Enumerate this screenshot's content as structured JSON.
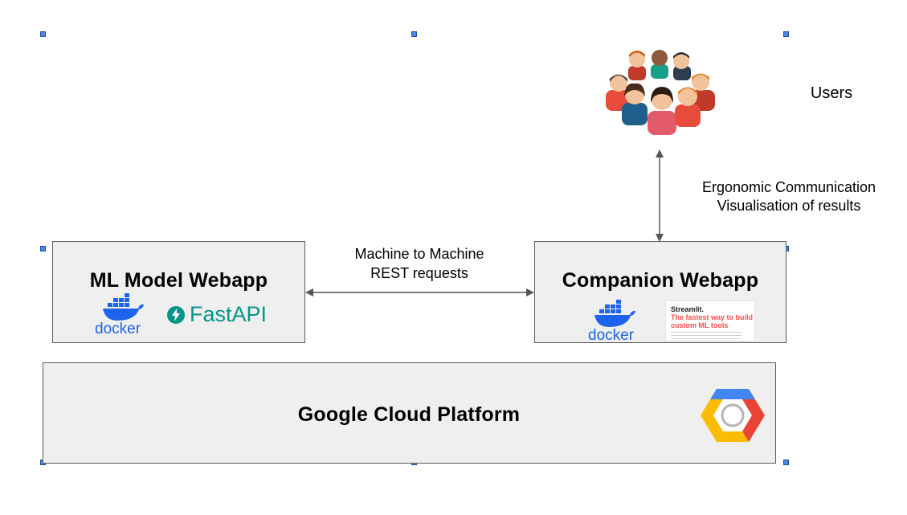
{
  "users": {
    "label": "Users",
    "icon": "users-group-icon"
  },
  "link_users_companion": {
    "line1": "Ergonomic Communication",
    "line2": "Visualisation of results"
  },
  "link_ml_companion": {
    "line1": "Machine to Machine",
    "line2": "REST requests"
  },
  "ml_webapp": {
    "title": "ML Model Webapp",
    "logos": {
      "docker": "docker",
      "fastapi": "FastAPI"
    }
  },
  "companion_webapp": {
    "title": "Companion Webapp",
    "logos": {
      "docker": "docker",
      "streamlit_brand": "Streamlit.",
      "streamlit_tagline": "The fastest way to build custom ML tools"
    }
  },
  "gcp": {
    "title": "Google Cloud Platform",
    "icon": "google-cloud-logo-icon"
  },
  "colors": {
    "box_fill": "#efefef",
    "box_border": "#595959",
    "docker_blue": "#1d63ed",
    "fastapi_teal": "#049688",
    "streamlit_red": "#ff4b4b",
    "handle_blue": "#4a86e8"
  }
}
